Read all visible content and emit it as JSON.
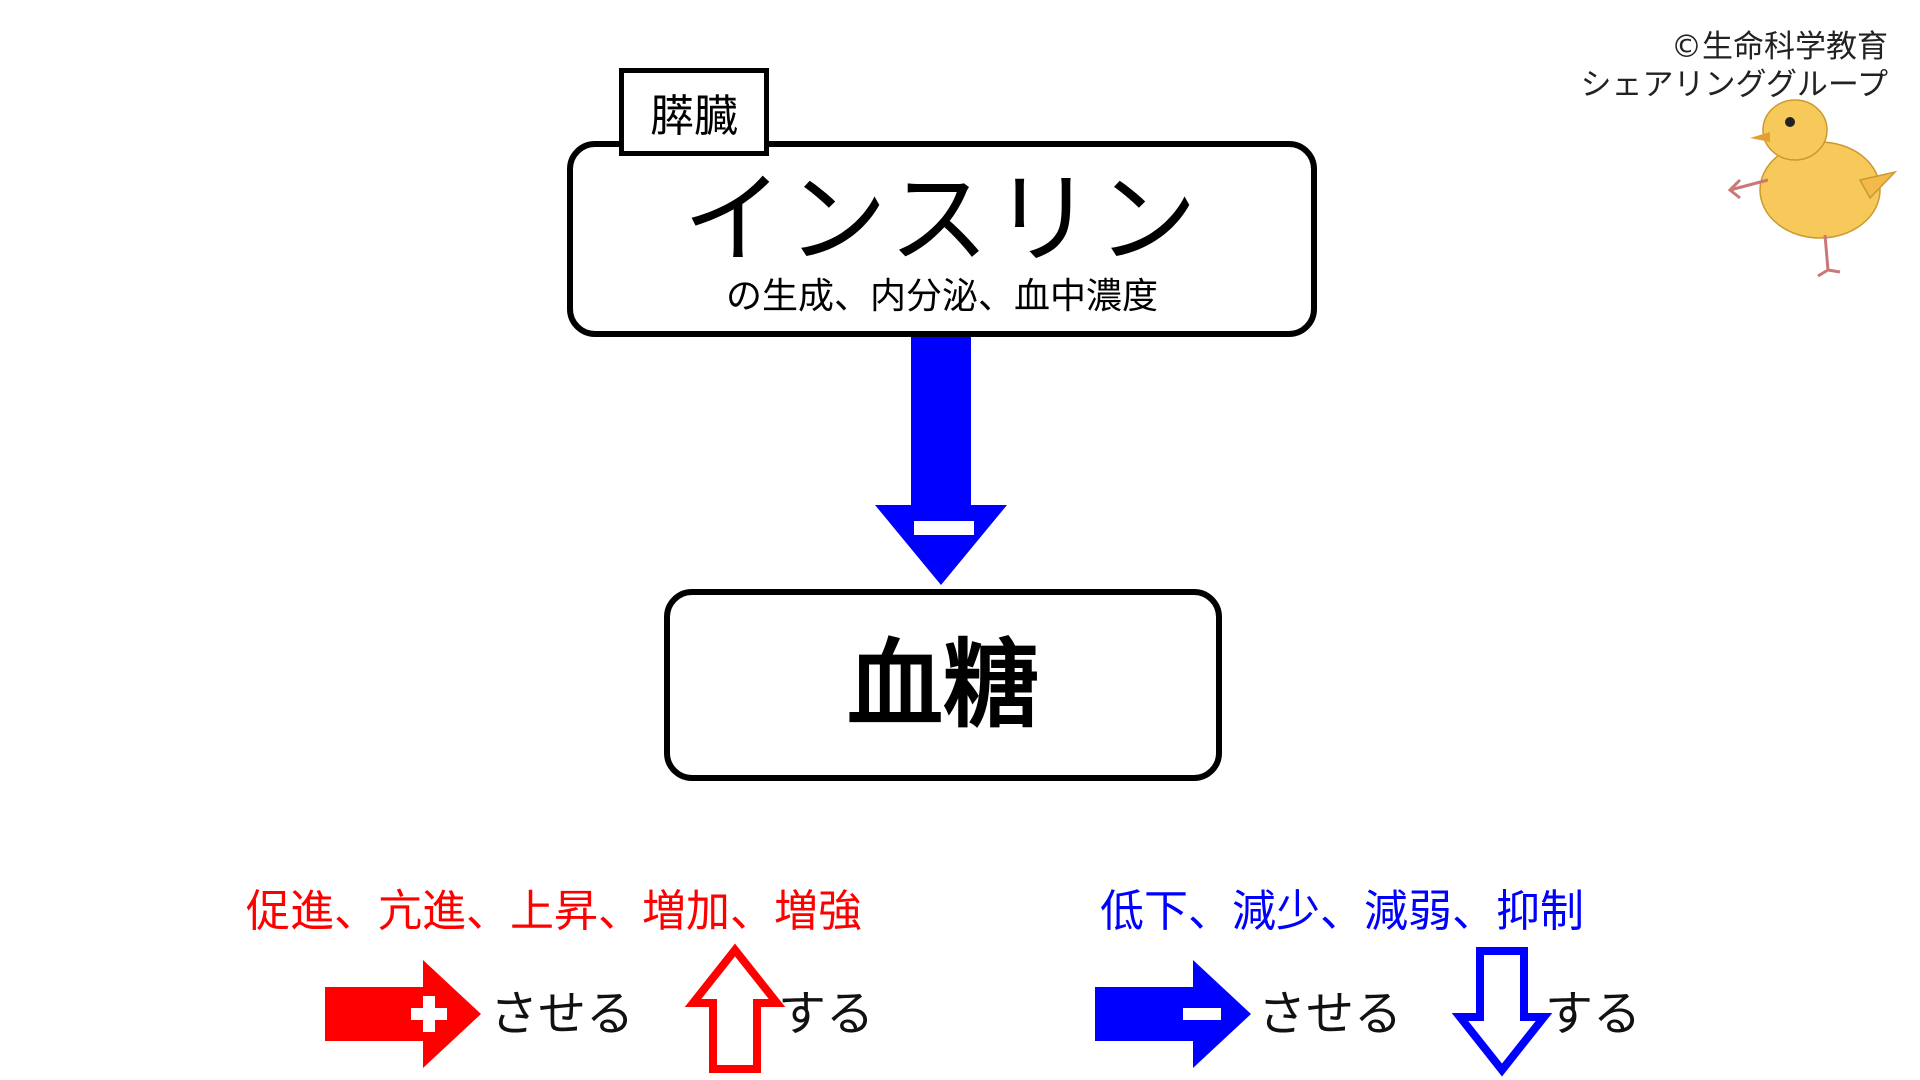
{
  "copyright": {
    "line1": "©生命科学教育",
    "line2": "シェアリンググループ"
  },
  "source": {
    "tag": "膵臓",
    "title": "インスリン",
    "subtitle": "の生成、内分泌、血中濃度"
  },
  "target": {
    "label": "血糖"
  },
  "relation": {
    "sign": "−",
    "color": "#0000ff"
  },
  "legend": {
    "positive": {
      "words": "促進、亢進、上昇、増加、増強",
      "color": "#ff0000",
      "arrow_label": "させる",
      "updown_label": "する"
    },
    "negative": {
      "words": "低下、減少、減弱、抑制",
      "color": "#0000ff",
      "arrow_label": "させる",
      "updown_label": "する"
    }
  },
  "icons": {
    "mascot": "chick-mascot-icon"
  }
}
